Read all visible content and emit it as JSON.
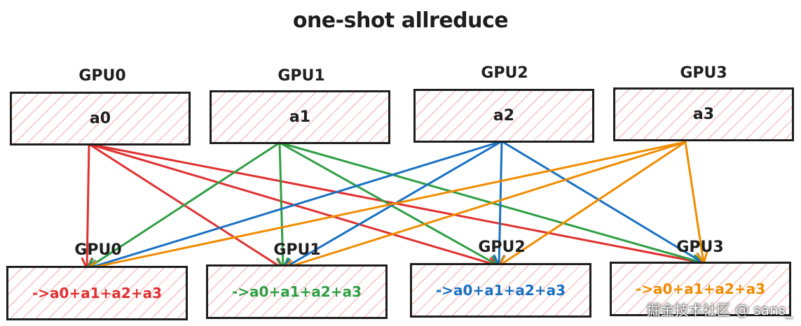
{
  "title": "one-shot allreduce",
  "top": [
    {
      "label": "GPU0",
      "value": "a0"
    },
    {
      "label": "GPU1",
      "value": "a1"
    },
    {
      "label": "GPU2",
      "value": "a2"
    },
    {
      "label": "GPU3",
      "value": "a3"
    }
  ],
  "bottom": [
    {
      "label": "GPU0",
      "value": "->a0+a1+a2+a3",
      "color": "#e03131"
    },
    {
      "label": "GPU1",
      "value": "->a0+a1+a2+a3",
      "color": "#2f9e44"
    },
    {
      "label": "GPU2",
      "value": "->a0+a1+a2+a3",
      "color": "#1971c2"
    },
    {
      "label": "GPU3",
      "value": "->a0+a1+a2+a3",
      "color": "#f08c00"
    }
  ],
  "arrow_colors": [
    "#e03131",
    "#2f9e44",
    "#1971c2",
    "#f08c00"
  ],
  "watermark": "掘金技术社区 @ sans_"
}
